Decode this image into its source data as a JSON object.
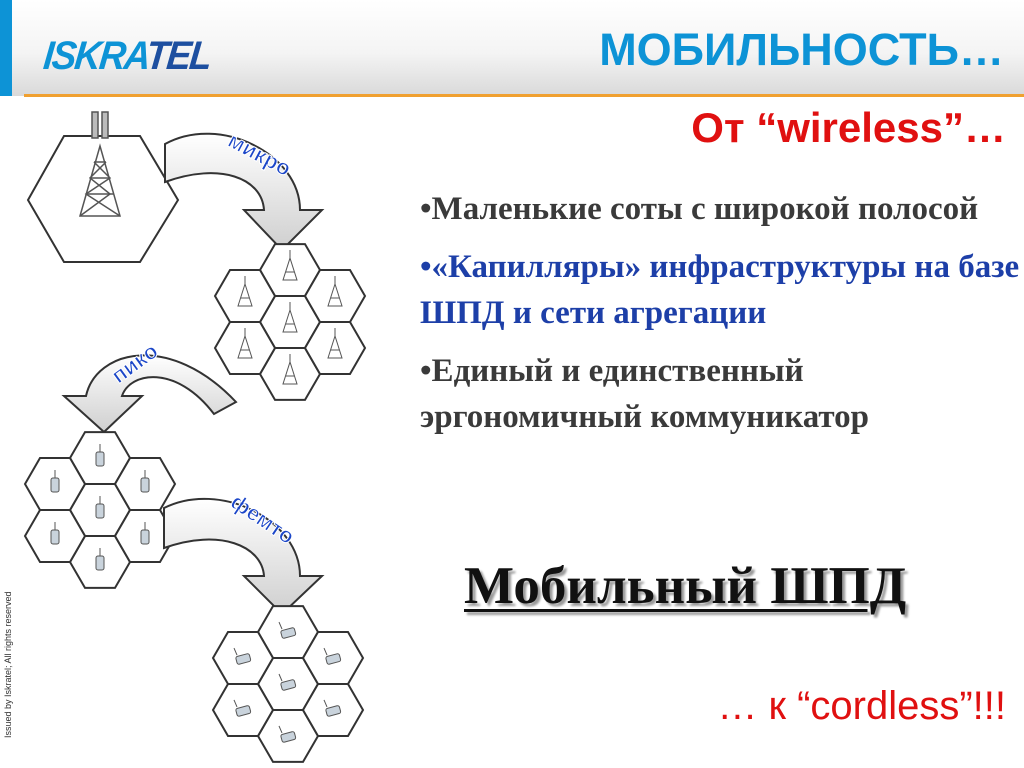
{
  "header": {
    "logo_part1": "ISKRA",
    "logo_part2": "TEL",
    "title": "МОБИЛЬНОСТЬ…"
  },
  "side_note": "Issued by Iskratel; All rights reserved",
  "subtitle": "От “wireless”…",
  "bullets": [
    {
      "text": "•Маленькие соты с широкой полосой",
      "color": "#3a3a3a"
    },
    {
      "text": "•«Капилляры» инфраструктуры на базе ШПД и сети агрегации",
      "color": "#1d3fa8"
    },
    {
      "text": "•Единый и единственный эргономичный коммуникатор",
      "color": "#3a3a3a"
    }
  ],
  "headline": "Мобильный ШПД",
  "footer_line": "… к “cordless”!!!",
  "arrows": [
    {
      "label": "микро"
    },
    {
      "label": "пико"
    },
    {
      "label": "фемто"
    }
  ],
  "colors": {
    "brand_blue": "#0d93d6",
    "accent_orange": "#f0a030",
    "red": "#e01010"
  }
}
